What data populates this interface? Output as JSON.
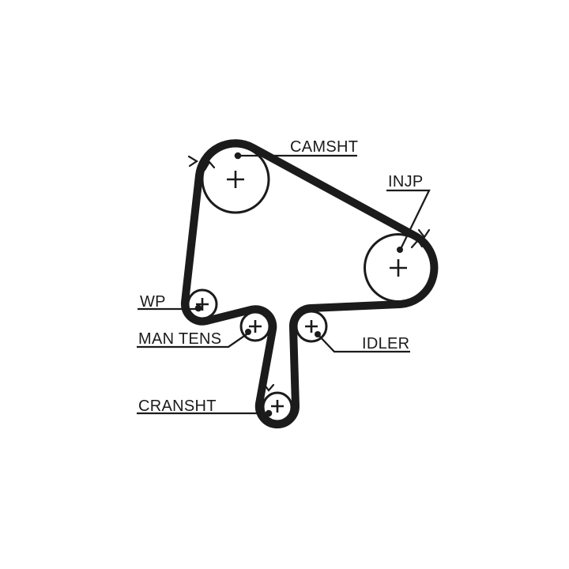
{
  "page": {
    "background_color": "#ffffff",
    "line_color": "#1b1b1b"
  },
  "diagram": {
    "kind": "timing-belt-routing-diagram",
    "labels": {
      "camshaft": "CAMSHT",
      "injection_pump": "INJP",
      "water_pump": "WP",
      "manual_tensioner": "MAN TENS",
      "idler": "IDLER",
      "crankshaft": "CRANSHT"
    }
  }
}
